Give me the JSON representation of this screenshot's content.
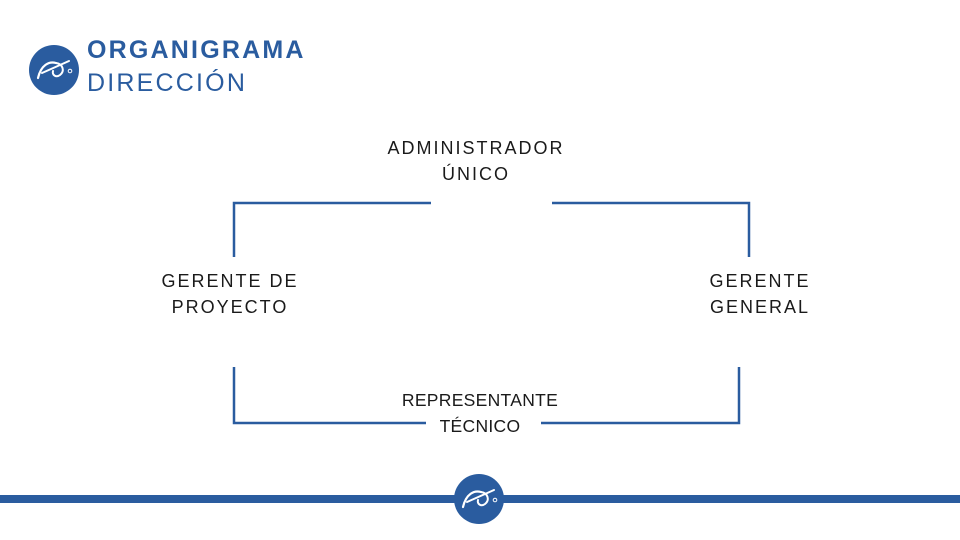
{
  "header": {
    "title_line1": "ORGANIGRAMA",
    "title_line2": "DIRECCIÓN"
  },
  "colors": {
    "brand": "#2a5c9f",
    "text": "#1a1a1a",
    "background": "#ffffff"
  },
  "org_chart": {
    "top": {
      "line1": "ADMINISTRADOR",
      "line2": "ÚNICO"
    },
    "left": {
      "line1": "GERENTE DE",
      "line2": "PROYECTO"
    },
    "right": {
      "line1": "GERENTE",
      "line2": "GENERAL"
    },
    "bottom": {
      "line1": "REPRESENTANTE",
      "line2": "TÉCNICO"
    }
  },
  "icons": {
    "header_logo": "company-logo-icon",
    "footer_logo": "company-logo-icon"
  }
}
